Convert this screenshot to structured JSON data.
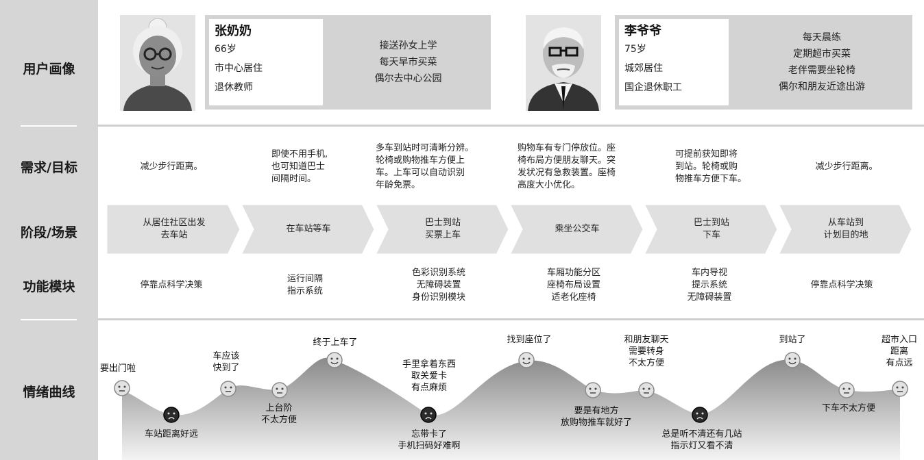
{
  "sections": {
    "persona": "用户画像",
    "needs": "需求/目标",
    "stages": "阶段/场景",
    "modules": "功能模块",
    "emotion": "情绪曲线"
  },
  "personas": [
    {
      "name": "张奶奶",
      "age": "66岁",
      "residence": "市中心居住",
      "occupation": "退休教师",
      "habits": [
        "接送孙女上学",
        "每天早市买菜",
        "偶尔去中心公园"
      ]
    },
    {
      "name": "李爷爷",
      "age": "75岁",
      "residence": "城郊居住",
      "occupation": "国企退休职工",
      "habits": [
        "每天晨练",
        "定期超市买菜",
        "老伴需要坐轮椅",
        "偶尔和朋友近途出游"
      ]
    }
  ],
  "needs": [
    [
      "减少步行距离。"
    ],
    [
      "即使不用手机,",
      "也可知道巴士",
      "间隔时间。"
    ],
    [
      "多车到站时可清晰分辨。",
      "轮椅或购物推车方便上",
      "车。上车可以自动识别",
      "年龄免票。"
    ],
    [
      "购物车有专门停放位。座",
      "椅布局方便朋友聊天。突",
      "发状况有急救装置。座椅",
      "高度大小优化。"
    ],
    [
      "可提前获知即将",
      "到站。轮椅或购",
      "物推车方便下车。"
    ],
    [
      "减少步行距离。"
    ]
  ],
  "stages": [
    [
      "从居住社区出发",
      "去车站"
    ],
    [
      "在车站等车"
    ],
    [
      "巴士到站",
      "买票上车"
    ],
    [
      "乘坐公交车"
    ],
    [
      "巴士到站",
      "下车"
    ],
    [
      "从车站到",
      "计划目的地"
    ]
  ],
  "modules": [
    [
      "停靠点科学决策"
    ],
    [
      "运行间隔",
      "指示系统"
    ],
    [
      "色彩识别系统",
      "无障碍装置",
      "身份识别模块"
    ],
    [
      "车厢功能分区",
      "座椅布局设置",
      "适老化座椅"
    ],
    [
      "车内导视",
      "提示系统",
      "无障碍装置"
    ],
    [
      "停靠点科学决策"
    ]
  ],
  "emotion_points": [
    {
      "mood": "neutral",
      "label": [
        "要出门啦"
      ]
    },
    {
      "mood": "negative",
      "label": [
        "车站距离好远"
      ]
    },
    {
      "mood": "neutral",
      "label": [
        "车应该",
        "快到了"
      ]
    },
    {
      "mood": "neutral",
      "label": [
        "上台阶",
        "不太方便"
      ]
    },
    {
      "mood": "happy",
      "label": [
        "终于上车了"
      ]
    },
    {
      "mood": "negative",
      "label": [
        "手里拿着东西",
        "取关爱卡",
        "有点麻烦"
      ]
    },
    {
      "mood": "negative",
      "label": [
        "忘带卡了",
        "手机扫码好难啊"
      ]
    },
    {
      "mood": "happy",
      "label": [
        "找到座位了"
      ]
    },
    {
      "mood": "neutral",
      "label": [
        "要是有地方",
        "放购物推车就好了"
      ]
    },
    {
      "mood": "neutral",
      "label": [
        "和朋友聊天",
        "需要转身",
        "不太方便"
      ]
    },
    {
      "mood": "negative",
      "label": [
        "总是听不清还有几站",
        "指示灯又看不清"
      ]
    },
    {
      "mood": "happy",
      "label": [
        "到站了"
      ]
    },
    {
      "mood": "neutral",
      "label": [
        "下车不太方便"
      ]
    },
    {
      "mood": "neutral",
      "label": [
        "超市入口",
        "距离",
        "有点远"
      ]
    }
  ],
  "colors": {
    "sidebar": "#d6d6d6",
    "card": "#d3d3d3",
    "arrow": "#e0e0e0",
    "curve_top": "#8a8a8a",
    "curve_bottom": "#f4f4f4",
    "face_light": "#e2e2e2",
    "face_dark": "#2b2b2b"
  }
}
